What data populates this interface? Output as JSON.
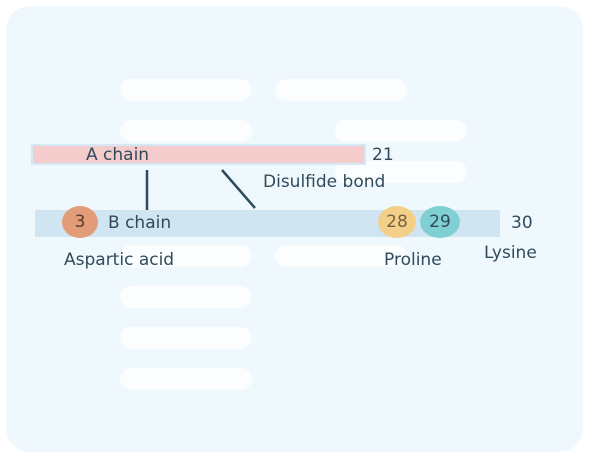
{
  "a_chain": {
    "label": "A chain",
    "end_number": "21"
  },
  "b_chain": {
    "label": "B chain",
    "end_number": "30"
  },
  "bond_label": "Disulfide bond",
  "residues": [
    {
      "number": "3",
      "name": "Aspartic acid",
      "color": "#e39c78"
    },
    {
      "number": "28",
      "name": "Proline",
      "color": "#f3cf8a"
    },
    {
      "number": "29",
      "name": "Lysine",
      "color": "#7fcfd3"
    }
  ],
  "colors": {
    "background": "#eef8fd",
    "a_chain": "#f4cccc",
    "b_chain": "#cfe5f1",
    "bond": "#2f4a5a"
  }
}
